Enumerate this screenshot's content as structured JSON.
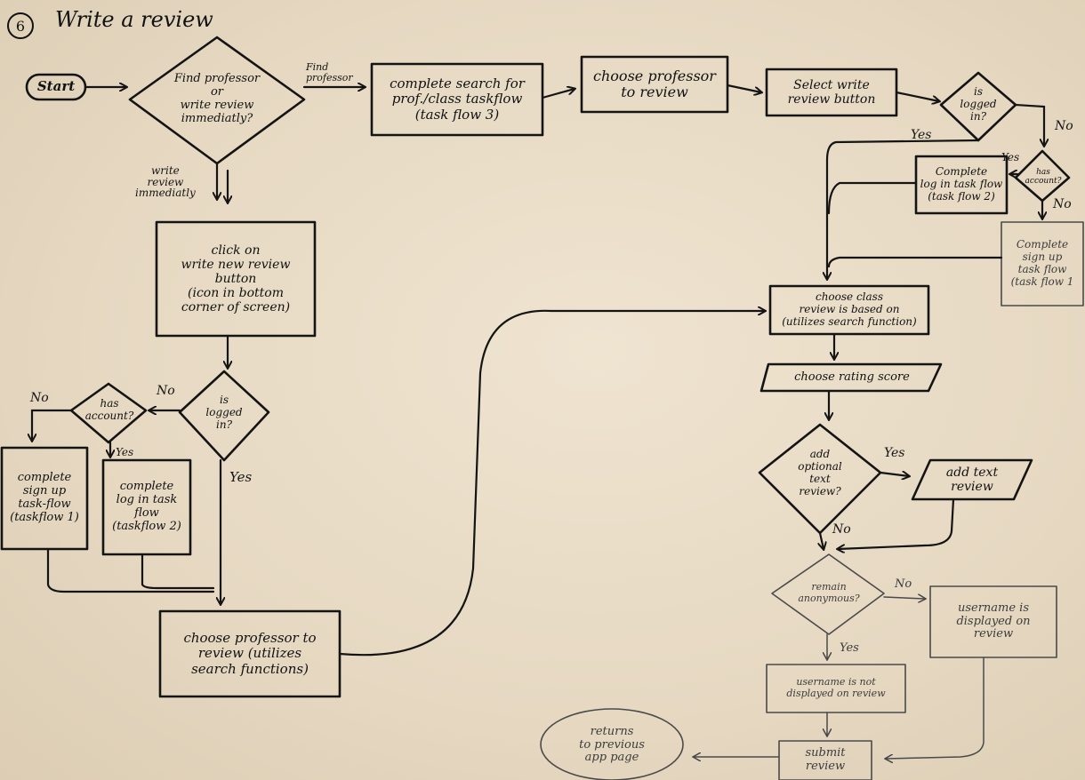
{
  "header": {
    "number": "6",
    "title": "Write a review"
  },
  "nodes": {
    "start": "Start",
    "decision_find_or_write": "Find professor\nor\nwrite review\nimmediatly?",
    "search_taskflow": "complete search for\nprof./class taskflow\n(task flow 3)",
    "choose_professor_top": "choose professor\nto review",
    "select_write_review": "Select write\nreview button",
    "is_logged_in_top": "is\nlogged\nin?",
    "has_account_top": "has\naccount?",
    "login_top": "Complete\nlog in task flow\n(task flow 2)",
    "signup_top": "Complete\nsign up\ntask flow\n(task flow 1",
    "click_write_new": "click on\nwrite new review\nbutton\n(icon in bottom\ncorner of screen)",
    "is_logged_in_left": "is\nlogged\nin?",
    "has_account_left": "has\naccount?",
    "signup_left": "complete\nsign up\ntask-flow\n(taskflow 1)",
    "login_left": "complete\nlog in task\nflow\n(taskflow 2)",
    "choose_professor_bottom": "choose professor to\nreview (utilizes\nsearch functions)",
    "choose_class": "choose class\nreview is based on\n(utilizes search function)",
    "choose_rating": "choose rating score",
    "add_optional_text": "add\noptional\ntext\nreview?",
    "add_text_review": "add text\nreview",
    "remain_anonymous": "remain\nanonymous?",
    "username_displayed": "username is\ndisplayed on\nreview",
    "username_not_displayed": "username is not\ndisplayed on review",
    "submit_review": "submit\nreview",
    "returns_previous": "returns\nto previous\napp page"
  },
  "edges": {
    "find_professor": "Find\nprofessor",
    "write_review_immediatly": "write\nreview\nimmediatly",
    "yes_logged_top": "Yes",
    "no_logged_top": "No",
    "yes_account_top": "Yes",
    "no_account_top": "No",
    "no_logged_left": "No",
    "yes_logged_left": "Yes",
    "no_account_left": "No",
    "yes_account_left": "Yes",
    "yes_text": "Yes",
    "no_text": "No",
    "no_anonymous": "No",
    "yes_anonymous": "Yes"
  },
  "colors": {
    "ink": "#141414",
    "faint_ink": "#3c3c3c",
    "paper": "#e9dcc7"
  }
}
